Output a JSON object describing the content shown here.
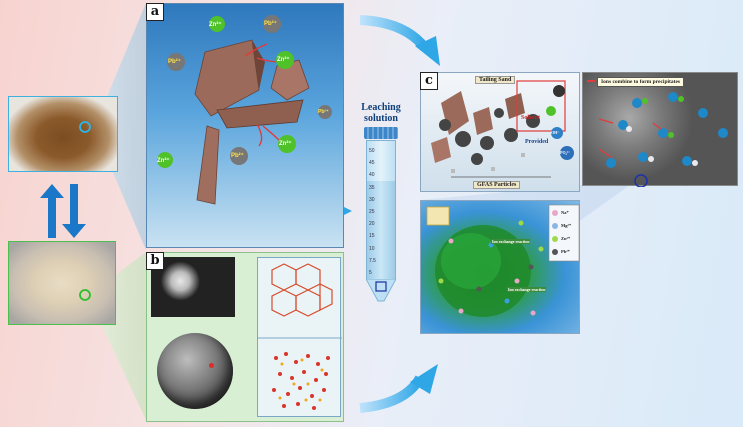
{
  "panels": {
    "a": "a",
    "b": "b",
    "c": "c"
  },
  "ions": {
    "pb": "Pb²⁺",
    "zn": "Zn²⁺"
  },
  "tube": {
    "title_line1": "Leaching",
    "title_line2": "solution",
    "ticks": [
      "50",
      "45",
      "40",
      "35",
      "30",
      "25",
      "20",
      "15",
      "10",
      "7.5",
      "5"
    ]
  },
  "panel_c": {
    "tailing_sand": "Tailing Sand",
    "gfas": "GFAS Particles",
    "solvent": "Solvent",
    "provided": "Provided",
    "oh": "OH⁻",
    "po4": "PO₄³⁻",
    "callout": "Ions combine to form precipitates",
    "legend": [
      "Na⁺",
      "Mg²⁺",
      "Zn²⁺",
      "Pb²⁺"
    ],
    "label_1": "Ion exchange reaction",
    "label_2": "Ion exchange reaction"
  },
  "colors": {
    "arrow": "#2fa6e6",
    "pb_ion": "#6f6f6f",
    "zn_ion": "#4fc22a",
    "shard": "#9c6a5a",
    "panel_b_bg": "#d8efd4",
    "panel_a_bg": "#3f8fd0"
  }
}
